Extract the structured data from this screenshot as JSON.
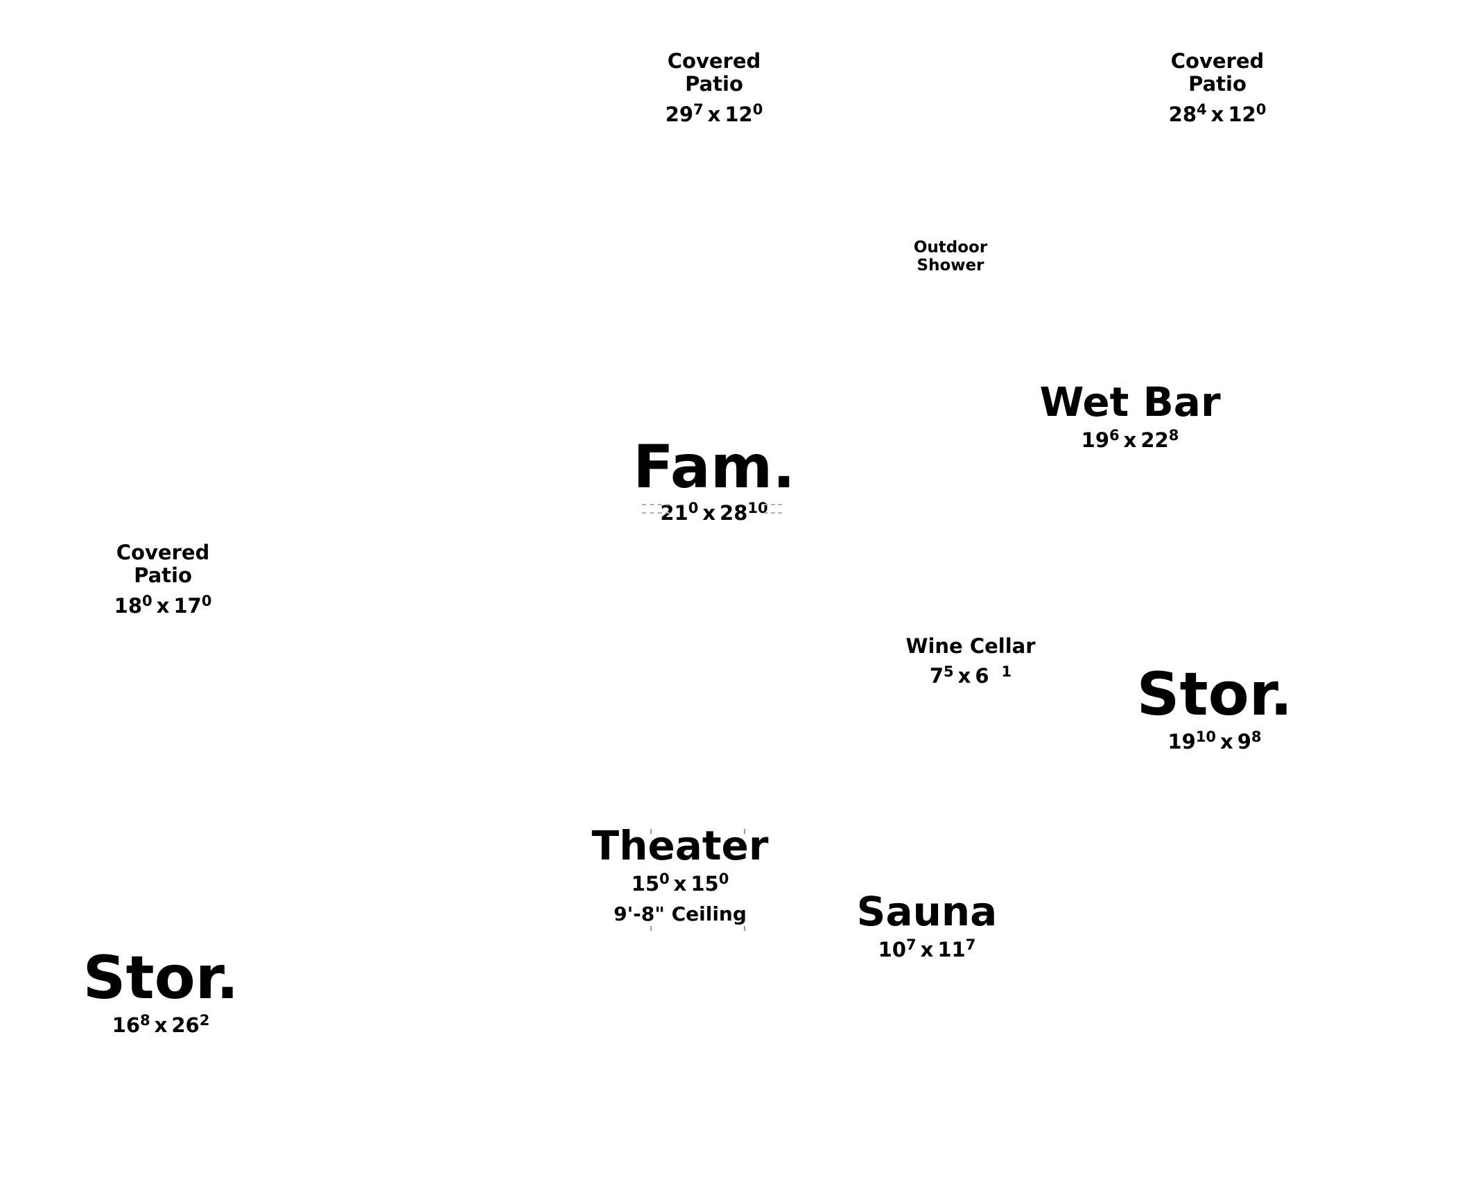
{
  "rooms": {
    "patio_center": {
      "name_line1": "Covered",
      "name_line2": "Patio",
      "w": "29",
      "w_in": "7",
      "x": "x",
      "d": "12",
      "d_in": "0"
    },
    "patio_right": {
      "name_line1": "Covered",
      "name_line2": "Patio",
      "w": "28",
      "w_in": "4",
      "x": "x",
      "d": "12",
      "d_in": "0"
    },
    "outdoor_shower": {
      "name_line1": "Outdoor",
      "name_line2": "Shower"
    },
    "wet_bar": {
      "name": "Wet Bar",
      "w": "19",
      "w_in": "6",
      "x": "x",
      "d": "22",
      "d_in": "8"
    },
    "family": {
      "name": "Fam.",
      "w": "21",
      "w_in": "0",
      "x": "x",
      "d": "28",
      "d_in": "10"
    },
    "patio_left": {
      "name_line1": "Covered",
      "name_line2": "Patio",
      "w": "18",
      "w_in": "0",
      "x": "x",
      "d": "17",
      "d_in": "0"
    },
    "wine_cellar": {
      "name": "Wine Cellar",
      "w": "7",
      "w_in": "5",
      "x": "x",
      "d": "6",
      "d_in": "1"
    },
    "storage_right": {
      "name": "Stor.",
      "w": "19",
      "w_in": "10",
      "x": "x",
      "d": "9",
      "d_in": "8"
    },
    "theater": {
      "name": "Theater",
      "w": "15",
      "w_in": "0",
      "x": "x",
      "d": "15",
      "d_in": "0",
      "ceiling": "9'-8\" Ceiling"
    },
    "sauna": {
      "name": "Sauna",
      "w": "10",
      "w_in": "7",
      "x": "x",
      "d": "11",
      "d_in": "7"
    },
    "storage_left": {
      "name": "Stor.",
      "w": "16",
      "w_in": "8",
      "x": "x",
      "d": "26",
      "d_in": "2"
    }
  }
}
